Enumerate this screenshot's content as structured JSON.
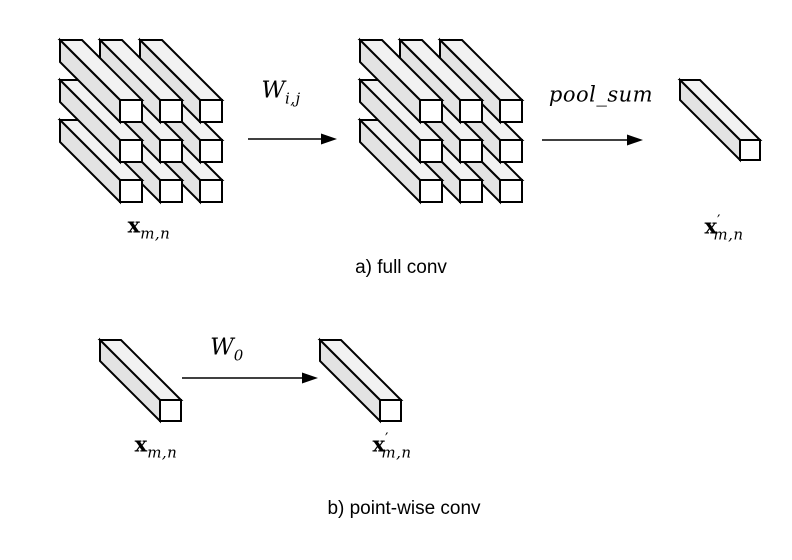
{
  "colors": {
    "background": "#ffffff",
    "line": "#000000",
    "top_face": "#f2f2f2",
    "side_face": "#e3e3e3",
    "front_face": "#ffffff"
  },
  "section_a": {
    "caption": "a) full conv",
    "input_label": {
      "base": "x",
      "sub": "m,n"
    },
    "weight_label": {
      "base": "W",
      "sub": "i,j"
    },
    "pool_label": "pool_sum",
    "output_label": {
      "base": "x",
      "prime": "′",
      "sub": "m,n"
    },
    "input_grid": {
      "rows": 3,
      "cols": 3
    },
    "intermediate_grid": {
      "rows": 3,
      "cols": 3
    }
  },
  "section_b": {
    "caption": "b) point-wise conv",
    "input_label": {
      "base": "x",
      "sub": "m,n"
    },
    "weight_label": {
      "base": "W",
      "sub": "0"
    },
    "output_label": {
      "base": "x",
      "prime": "′",
      "sub": "m,n"
    }
  }
}
